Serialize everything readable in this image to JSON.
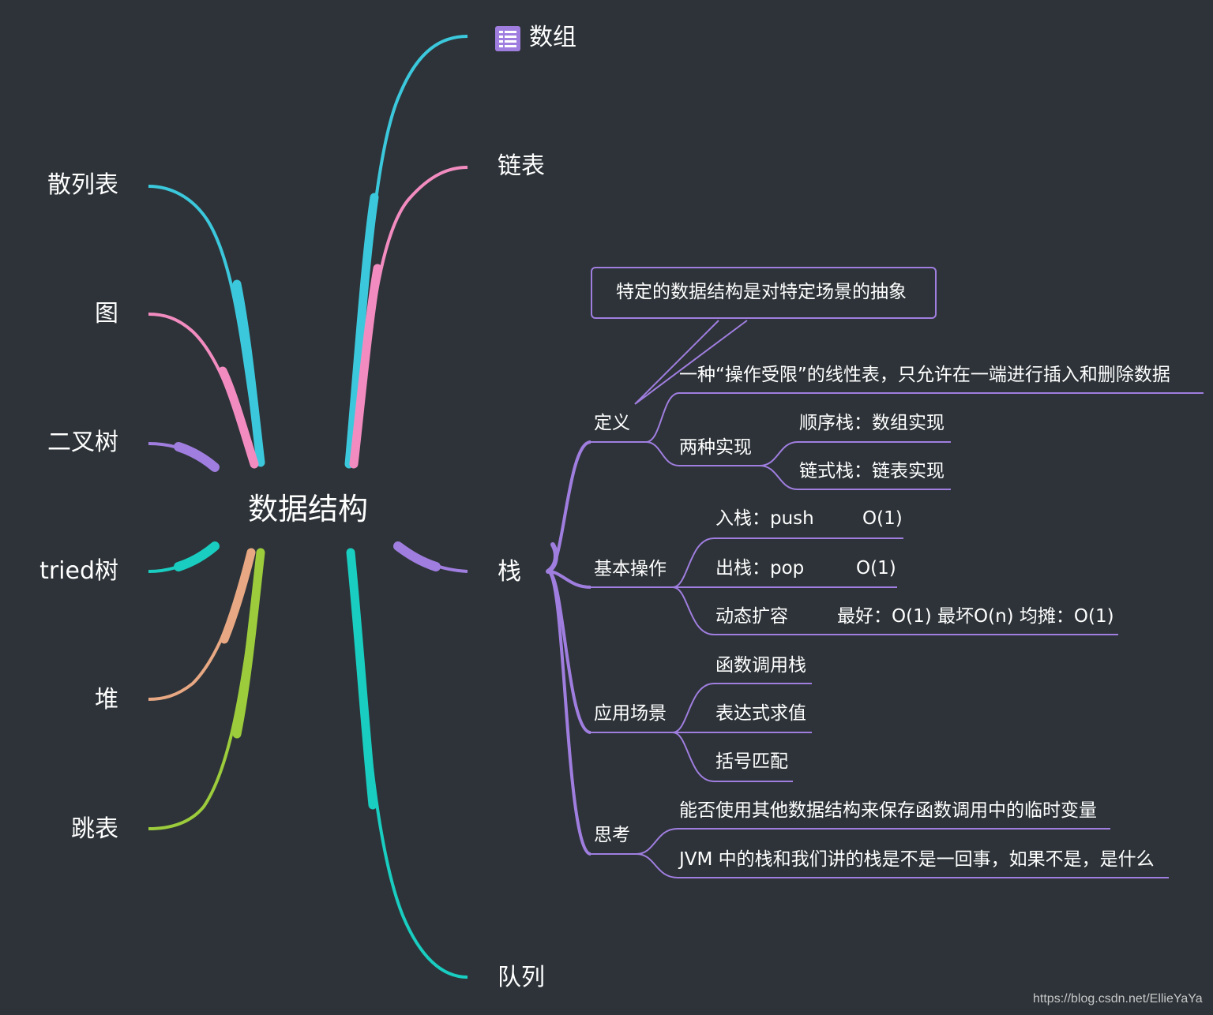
{
  "center": "数据结构",
  "right_branches": {
    "array": "数组",
    "linked_list": "链表",
    "stack": "栈",
    "queue": "队列"
  },
  "left_branches": {
    "hash_table": "散列表",
    "graph": "图",
    "binary_tree": "二叉树",
    "trie": "tried树",
    "heap": "堆",
    "skip_list": "跳表"
  },
  "stack": {
    "callout": "特定的数据结构是对特定场景的抽象",
    "definition": {
      "label": "定义",
      "item1": "一种“操作受限”的线性表，只允许在一端进行插入和删除数据",
      "two_impl": {
        "label": "两种实现",
        "seq": "顺序栈：数组实现",
        "linked": "链式栈：链表实现"
      }
    },
    "basic_ops": {
      "label": "基本操作",
      "push": "入栈：push",
      "push_cost": "O(1)",
      "pop": "出栈：pop",
      "pop_cost": "O(1)",
      "expand": "动态扩容",
      "expand_cost": "最好：O(1) 最坏O(n) 均摊：O(1)"
    },
    "scenarios": {
      "label": "应用场景",
      "items": [
        "函数调用栈",
        "表达式求值",
        "括号匹配"
      ]
    },
    "thinking": {
      "label": "思考",
      "q1": "能否使用其他数据结构来保存函数调用中的临时变量",
      "q2": "JVM 中的栈和我们讲的栈是不是一回事，如果不是，是什么"
    }
  },
  "watermark": "https://blog.csdn.net/EllieYaYa",
  "colors": {
    "background": "#2d3338",
    "cyan": "#3cc8dc",
    "pink": "#f28cc0",
    "purple": "#a07ee0",
    "teal": "#19cdc0",
    "orange": "#e8a883",
    "green": "#9ccc3c"
  }
}
